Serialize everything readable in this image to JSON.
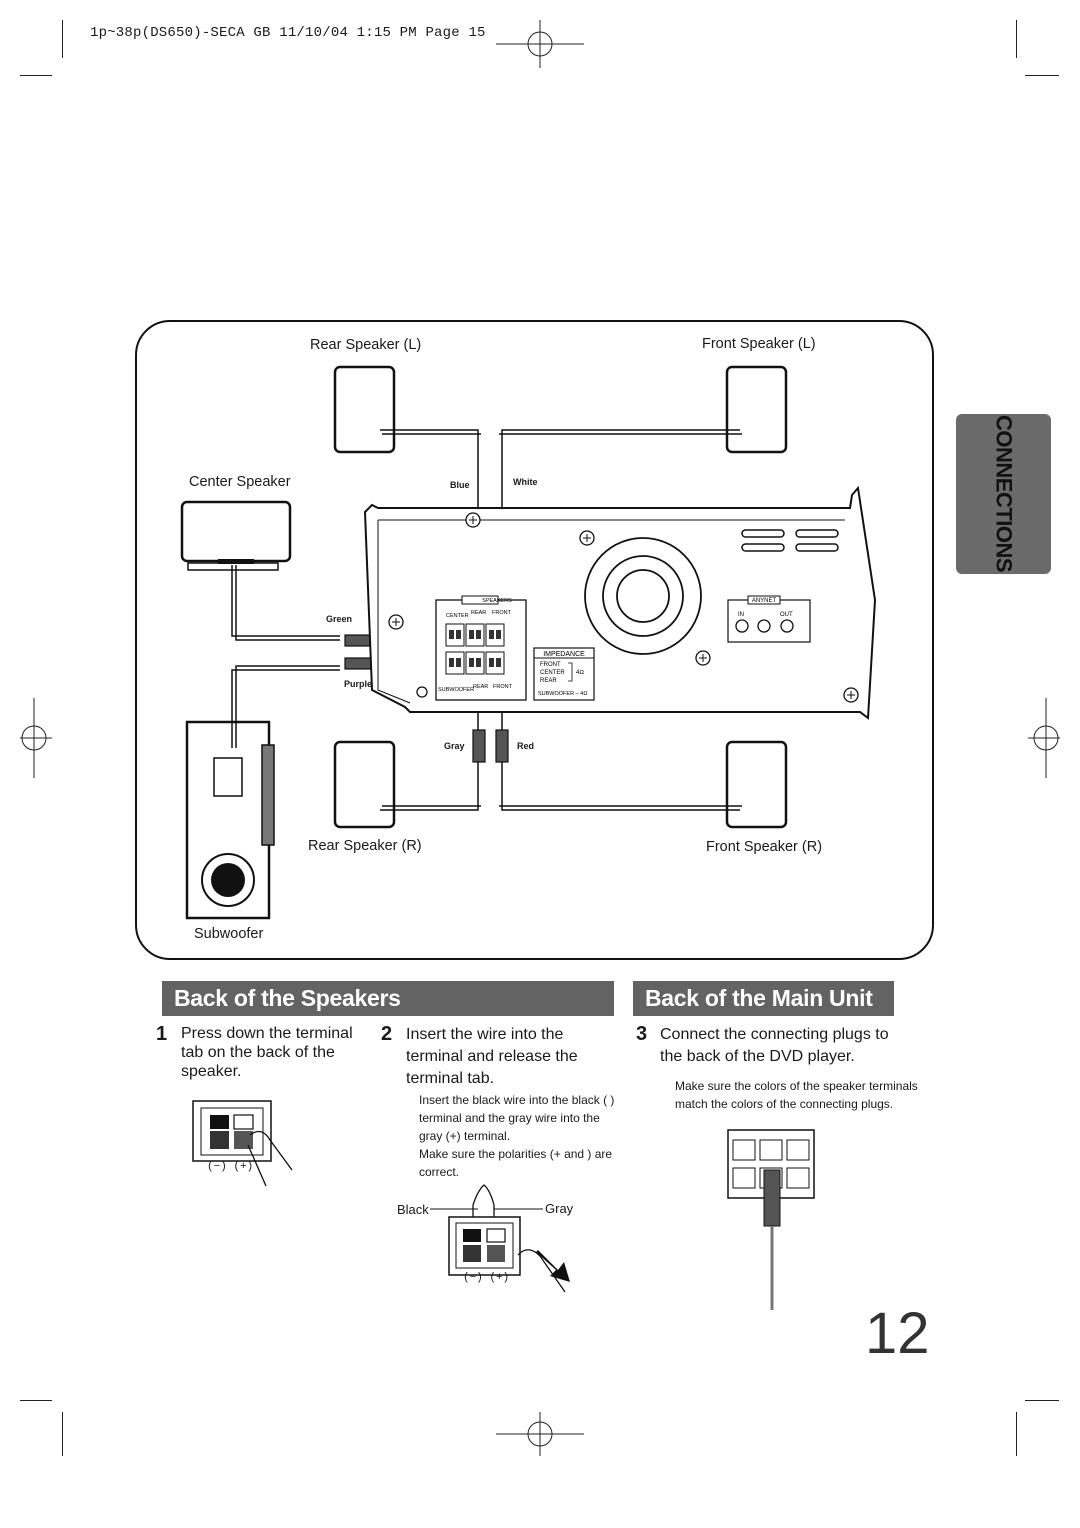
{
  "slug_line": "1p~38p(DS650)-SECA GB  11/10/04 1:15 PM  Page 15",
  "side_tab": "CONNECTIONS",
  "page_number": "12",
  "diagram": {
    "rear_speaker_l": "Rear Speaker (L)",
    "front_speaker_l": "Front Speaker (L)",
    "center_speaker": "Center Speaker",
    "rear_speaker_r": "Rear Speaker (R)",
    "front_speaker_r": "Front Speaker (R)",
    "subwoofer": "Subwoofer",
    "wire_blue": "Blue",
    "wire_white": "White",
    "wire_green": "Green",
    "wire_purple": "Purple",
    "wire_gray": "Gray",
    "wire_red": "Red",
    "panel_speakers": "SPEAKERS",
    "panel_center": "CENTER",
    "panel_rear": "REAR",
    "panel_front": "FRONT",
    "panel_subwoofer": "SUBWOOFER",
    "impedance_title": "IMPEDANCE",
    "impedance_front": "FRONT",
    "impedance_center": "CENTER",
    "impedance_rear": "REAR",
    "impedance_ohm": "4Ω",
    "impedance_sub": "SUBWOOFER – 4Ω",
    "anynet": "ANYNET",
    "anynet_in": "IN",
    "anynet_out": "OUT"
  },
  "sections": {
    "speakers_header": "Back of the Speakers",
    "main_unit_header": "Back of the Main Unit"
  },
  "steps": [
    {
      "num": "1",
      "text": "Press down the terminal tab on the back of the speaker."
    },
    {
      "num": "2",
      "text": "Insert the wire into the terminal and release the terminal tab."
    },
    {
      "num": "3",
      "text": "Connect the connecting plugs to the back of the DVD player."
    }
  ],
  "step2_notes": [
    "Insert the black wire into the black ( ) terminal and the gray wire into the gray (+) terminal.",
    "Make sure the polarities (+ and  ) are correct."
  ],
  "step3_note": "Make sure the colors of the speaker terminals match the colors of the connecting plugs.",
  "polarity_label": "(−) (+)",
  "black_label": "Black",
  "gray_label": "Gray"
}
